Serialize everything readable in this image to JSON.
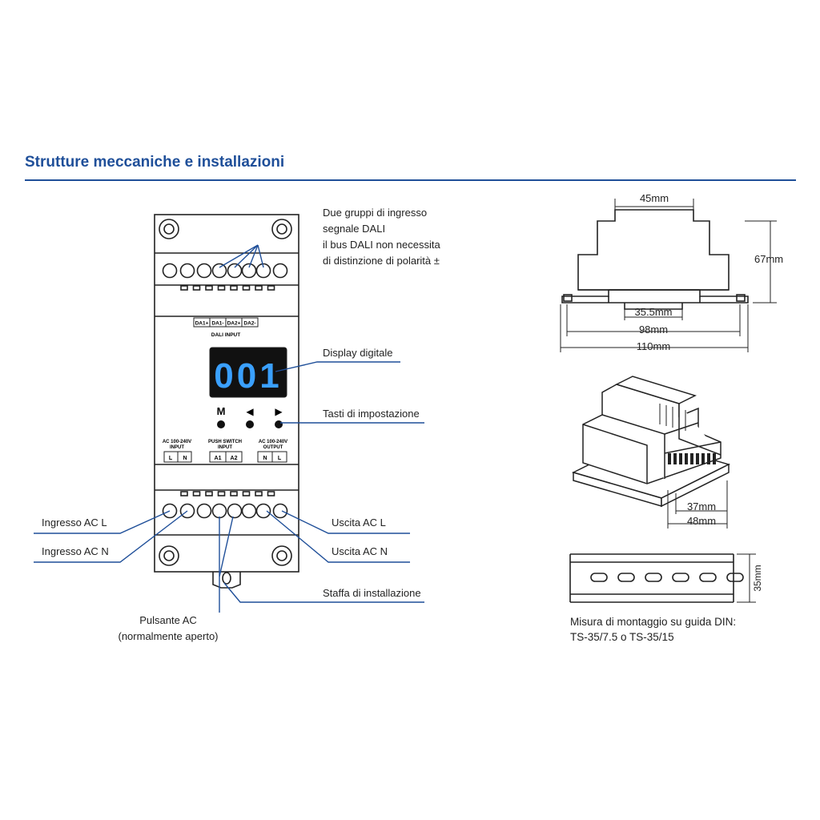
{
  "header": {
    "title": "Strutture meccaniche e installazioni"
  },
  "device": {
    "display_value": "001",
    "terminal_labels": [
      "DA1+",
      "DA1-",
      "DA2+",
      "DA2-"
    ],
    "dali_input_label": "DALI INPUT",
    "keys": {
      "m": "M",
      "left": "◀",
      "right": "▶"
    },
    "ac_input": {
      "label_line1": "AC 100-240V",
      "label_line2": "INPUT",
      "pins": [
        "L",
        "N"
      ]
    },
    "push_input": {
      "label_line1": "PUSH SWITCH",
      "label_line2": "INPUT",
      "pins": [
        "A1",
        "A2"
      ]
    },
    "ac_output": {
      "label_line1": "AC 100-240V",
      "label_line2": "OUTPUT",
      "pins": [
        "N",
        "L"
      ]
    }
  },
  "callouts": {
    "dali_groups": [
      "Due gruppi di ingresso",
      "segnale DALI",
      "il bus DALI non necessita",
      "di distinzione di polarità ±"
    ],
    "display": "Display digitale",
    "keys": "Tasti di impostazione",
    "ac_in_l": "Ingresso AC L",
    "ac_in_n": "Ingresso AC N",
    "ac_out_l": "Uscita AC L",
    "ac_out_n": "Uscita AC N",
    "bracket": "Staffa di installazione",
    "push_line1": "Pulsante AC",
    "push_line2": "(normalmente aperto)"
  },
  "dimensions": {
    "top_width": "45mm",
    "height": "67mm",
    "inner_width": "35.5mm",
    "base_width": "98mm",
    "total_width": "110mm",
    "iso_a": "37mm",
    "iso_b": "48mm",
    "rail_height": "35mm"
  },
  "rail_note": {
    "line1": "Misura di montaggio su guida DIN:",
    "line2": "TS-35/7.5 o TS-35/15"
  },
  "colors": {
    "accent": "#1f4f99",
    "display_digits": "#3aa0ff",
    "line": "#222222"
  }
}
